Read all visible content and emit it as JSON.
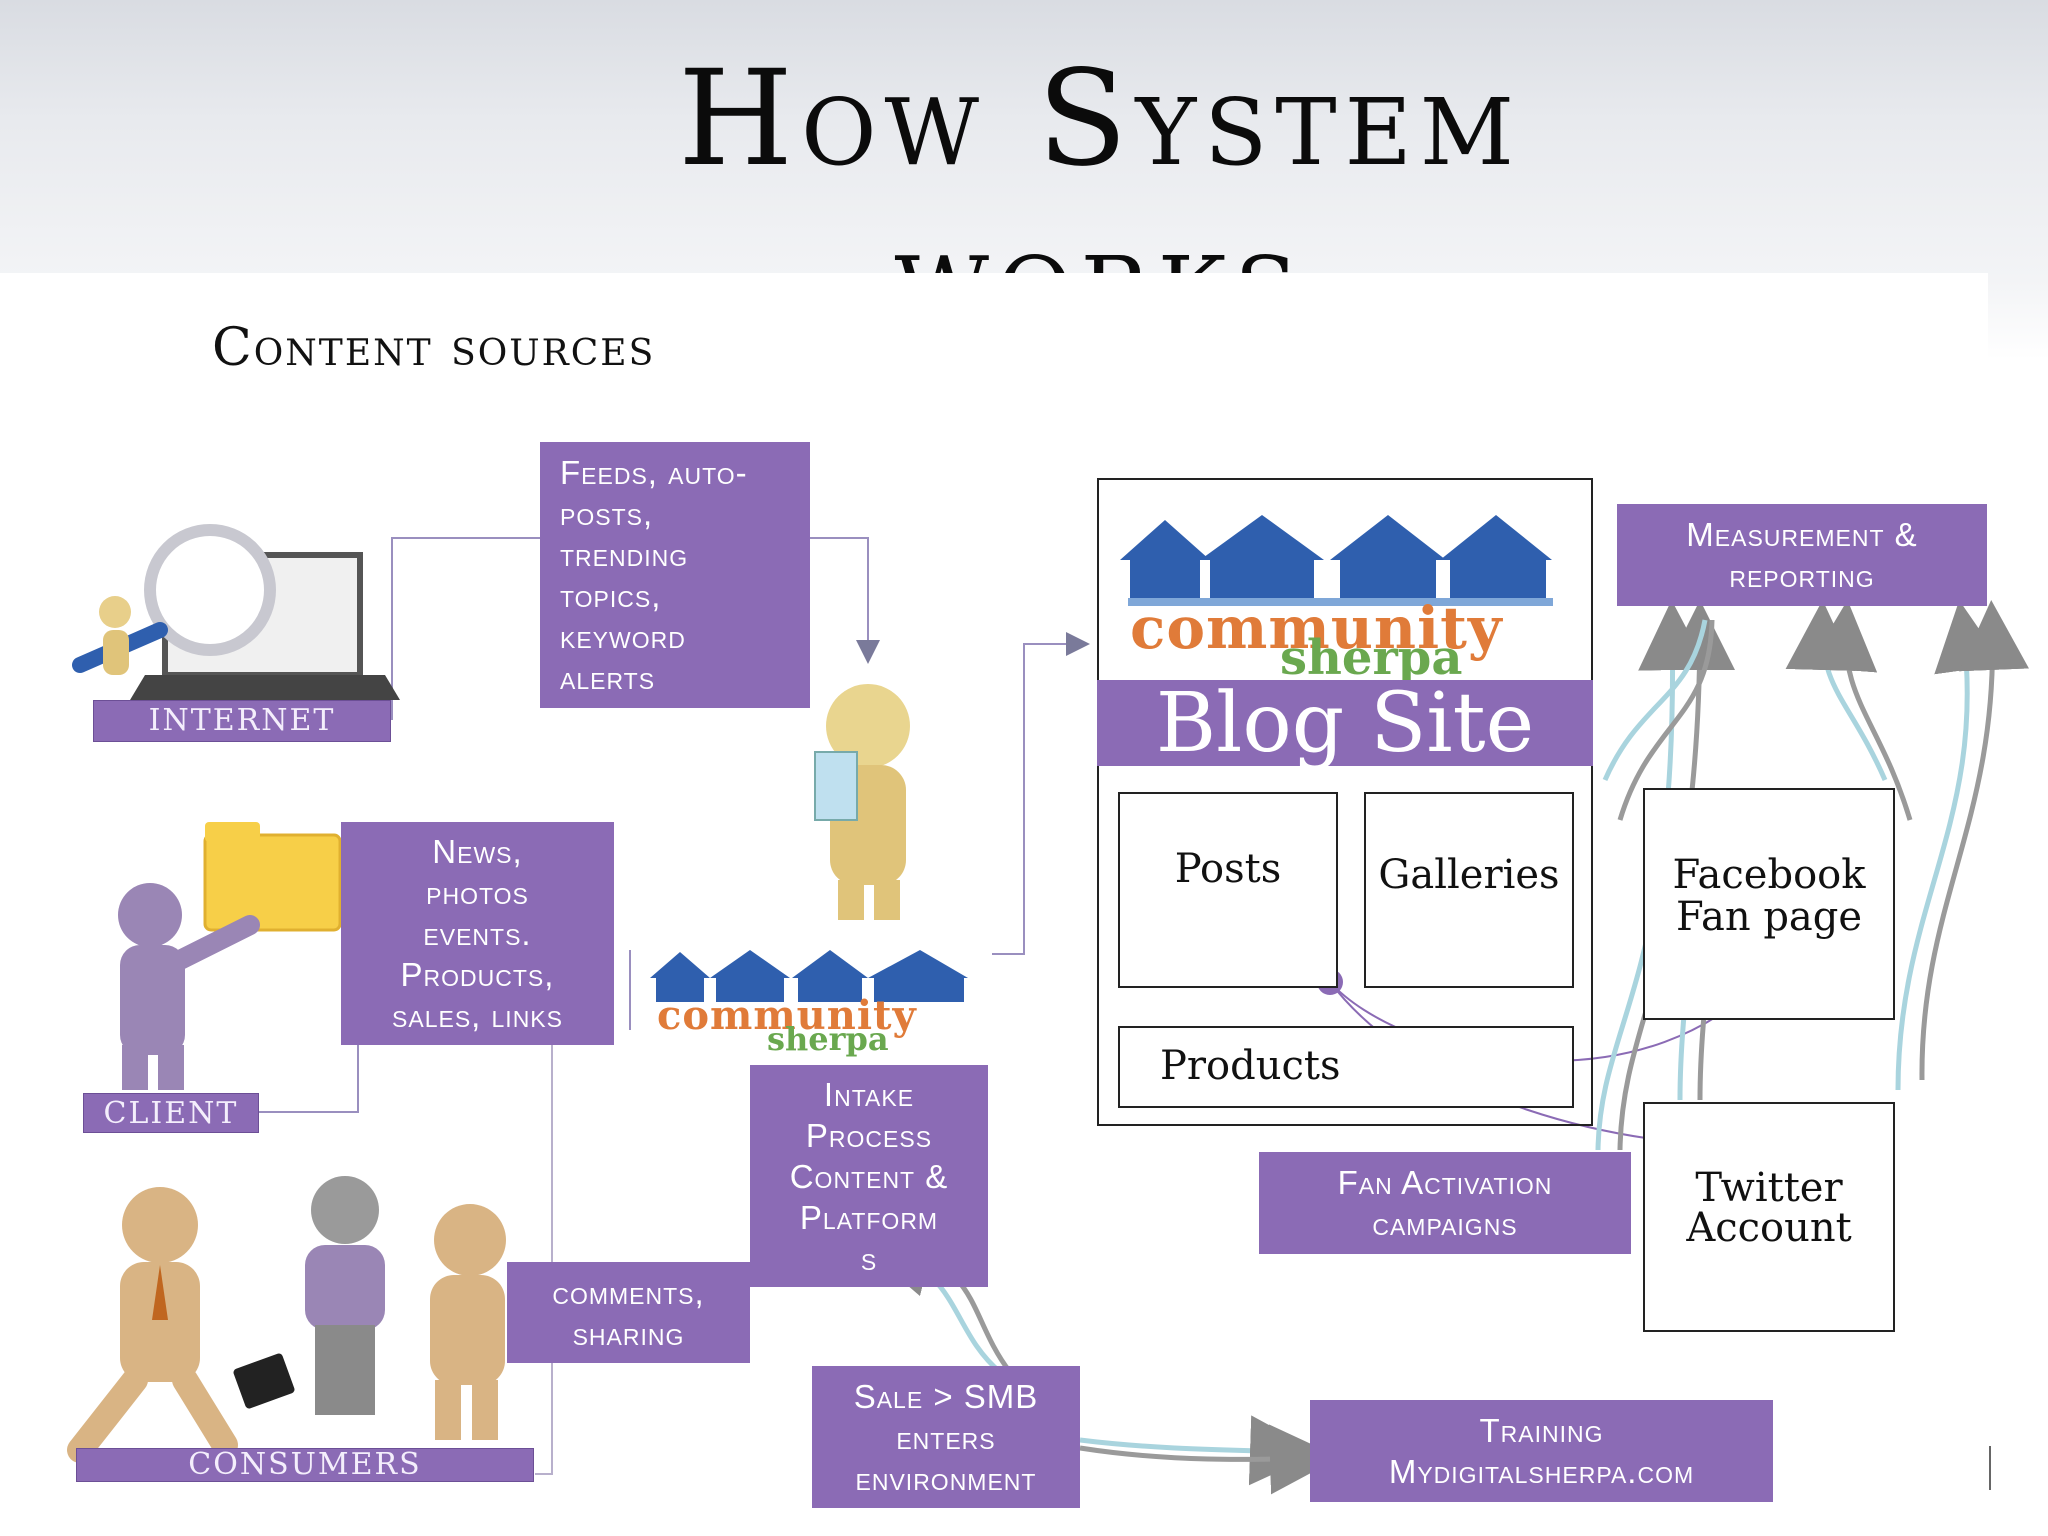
{
  "slide": {
    "title": "How System works",
    "subtitle": "Content sources"
  },
  "sources": {
    "internet_label": "INTERNET",
    "client_label": "CLIENT",
    "consumers_label": "CONSUMERS"
  },
  "boxes": {
    "feeds": "Feeds, auto-\nposts,\ntrending\ntopics,\nkeyword\nalerts",
    "news": "News,\nphotos\nevents.\nProducts,\nsales, links",
    "comments": "comments,\nsharing",
    "intake": "Intake\nProcess\nContent &\nPlatform\ns",
    "sale": "Sale > SMB\nenters\nenvironment",
    "training": "Training\nMydigitalsherpa.com",
    "measurement": "Measurement &\nreporting",
    "fan_activation": "Fan Activation\ncampaigns"
  },
  "logo": {
    "word1": "community",
    "word2": "sherpa"
  },
  "blog": {
    "title": "Blog Site",
    "posts": "Posts",
    "galleries": "Galleries",
    "products": "Products"
  },
  "social": {
    "facebook": "Facebook\nFan page",
    "twitter": "Twitter\nAccount"
  },
  "colors": {
    "accent_purple": "#8b6bb5",
    "arrow_gray": "#9a9a9a",
    "arrow_light_blue": "#a9d4de",
    "logo_orange": "#e07b39",
    "logo_green": "#6aa84f",
    "logo_blue": "#2f5fae"
  }
}
